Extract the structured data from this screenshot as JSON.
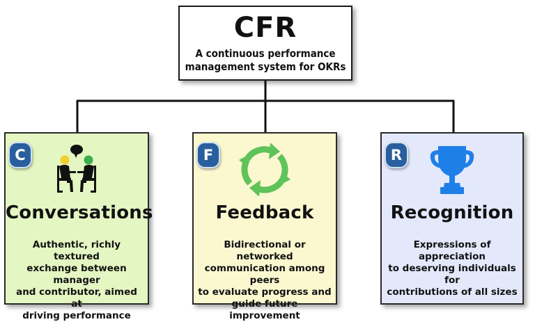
{
  "root": {
    "title": "CFR",
    "subtitle_line1": "A continuous performance",
    "subtitle_line2": "management system for OKRs"
  },
  "cards": [
    {
      "badge": "C",
      "title": "Conversations",
      "icon": "two-people-talking-icon",
      "desc_lines": [
        "Authentic, richly textured",
        "exchange between manager",
        "and contributor, aimed at",
        "driving performance"
      ]
    },
    {
      "badge": "F",
      "title": "Feedback",
      "icon": "recycle-arrows-icon",
      "desc_lines": [
        "Bidirectional or networked",
        "communication among peers",
        "to evaluate progress and",
        "guide future improvement"
      ]
    },
    {
      "badge": "R",
      "title": "Recognition",
      "icon": "trophy-icon",
      "desc_lines": [
        "Expressions of appreciation",
        "to deserving individuals for",
        "contributions of all sizes"
      ]
    }
  ],
  "colors": {
    "conversations_bg": "#e4f6c2",
    "feedback_bg": "#fbf8d0",
    "recognition_bg": "#e3e8fb",
    "badge": "#2a5f9e",
    "recycle_green": "#5fc35a",
    "trophy_blue": "#1f7fe8"
  }
}
